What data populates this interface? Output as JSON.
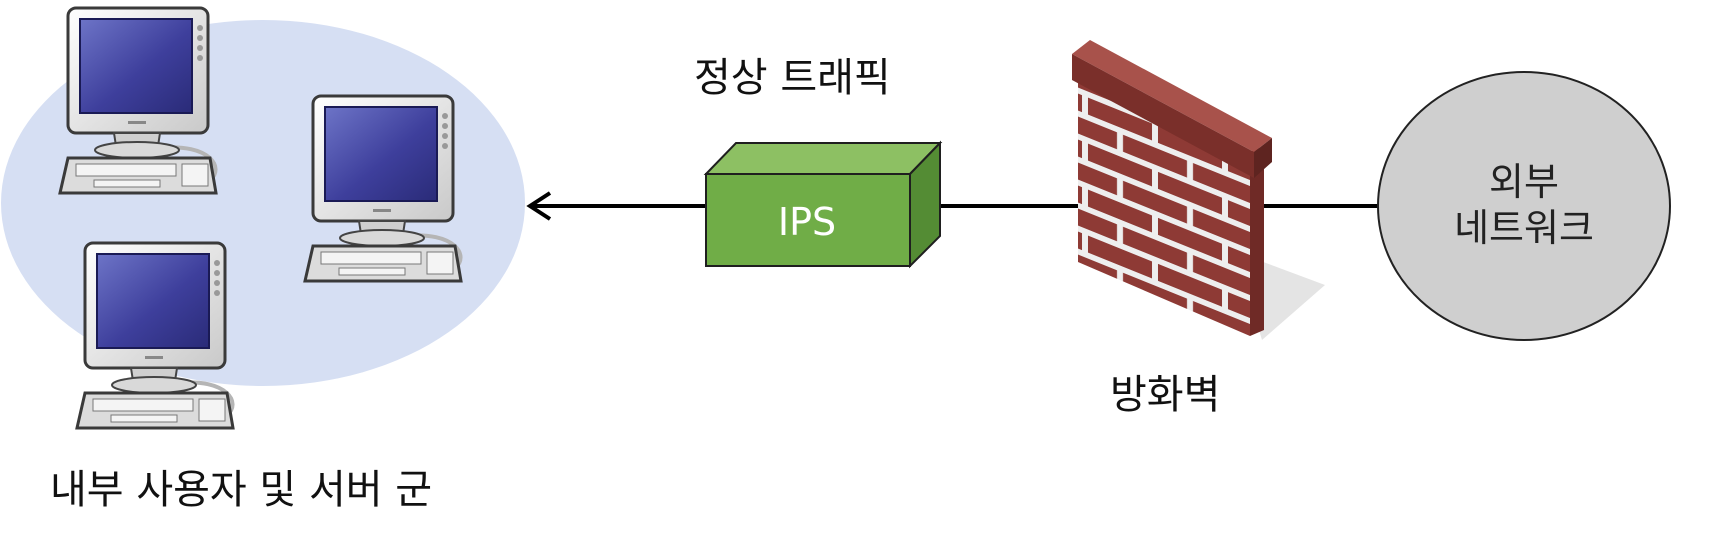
{
  "labels": {
    "internal": "내부 사용자 및 서버 군",
    "normal_traffic": "정상 트래픽",
    "ips": "IPS",
    "firewall": "방화벽",
    "external_line1": "외부",
    "external_line2": "네트워크"
  },
  "colors": {
    "internal_zone": "#d6dff3",
    "ips_front": "#70ad47",
    "ips_top": "#8dc063",
    "ips_side": "#548c34",
    "brick": "#8e3a35",
    "external_cloud": "#cfcfcf",
    "line": "#000000"
  },
  "icons": [
    "desktop-computer-icon",
    "brick-wall-icon"
  ]
}
